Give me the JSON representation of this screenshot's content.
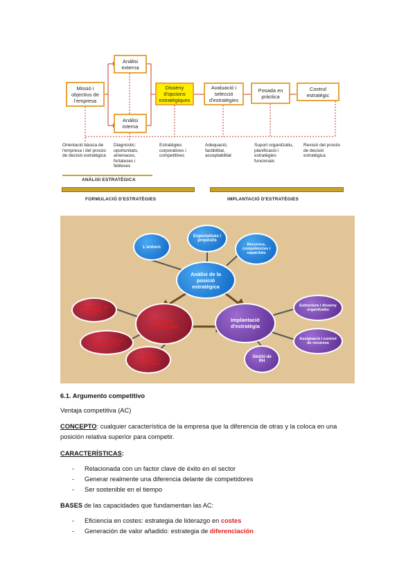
{
  "flow": {
    "boxes": {
      "missio": "Missió i objectius de l'empresa",
      "externa": "Anàlisi externa",
      "interna": "Anàlisi interna",
      "disseny": "Disseny d'opcions estratègiques",
      "avaluacio": "Avaluació i selecció d'estratègies",
      "posada": "Posada en pràctica",
      "control": "Control estratègic"
    },
    "captions": {
      "c1": "Orientació bàsica de l'empresa i del procés de decisió estratègica",
      "c2": "Diagnòstic: oportunitats, amenaces, fortaleses i febleses",
      "c3": "Estratègies corporatives i competitives",
      "c4": "Adequació, factibilitat, acceptabilitat",
      "c5": "Suport organitzatiu, planificació i estratègies funcionals",
      "c6": "Revisió del procés de decisió estratègica"
    },
    "labels": {
      "analisi": "ANÀLISI ESTRATÈGICA",
      "formulacio": "FORMULACIÓ D'ESTRATÈGIES",
      "implantacio": "IMPLANTACIÓ D'ESTRATÈGIES"
    }
  },
  "bubbles": {
    "entorn": "L'entorn",
    "expectatives": "Expectatives i propòsits",
    "recursos": "Recursos, competències i capacitats",
    "analisi": "Anàlisi de la posició estratègica",
    "estrategies_negoci": "Estratègies de negoci",
    "eleccio": "Elecció estratègica",
    "implantacio": "Implantació d'estratègia",
    "estructura": "Estructura i disseny organitzatiu",
    "direccions": "Direccions i mètodes desenvolupament",
    "avaluacio": "Avaluació i selecció d'estratègies",
    "gestio": "Gestió de RH",
    "assignacio": "Assignació i control de recursos"
  },
  "colors": {
    "panel": "#e1c597",
    "accent_red": "#e01c1c",
    "gold": "#c9a227",
    "box_border": "#e8a33a",
    "yellow": "#ffee00"
  },
  "text": {
    "heading": "6.1. Argumento competitivo",
    "sub": "Ventaja competitiva (AC)",
    "concepto_label": "CONCEPTO",
    "concepto_line1": ": cualquier característica de la empresa que la diferencia de otras y la coloca en una",
    "concepto_line2": "posición relativa superior para competir.",
    "caract_label": "CARACTERÍSTICAS",
    "colon": ":",
    "dash": "-",
    "items": [
      "Relacionada con un factor clave de éxito en el sector",
      "Generar realmente una diferencia delante de competidores",
      "Ser sostenible en el tiempo"
    ],
    "bases_bold": "BASES",
    "bases_rest": " de las capacidades que fundamentan las AC:",
    "base1_pre": "Eficiencia en costes: estrategia de liderazgo en ",
    "base1_red": "costes",
    "base2_pre": "Generación de valor añadido: estrategia de ",
    "base2_red": "diferenciación"
  }
}
